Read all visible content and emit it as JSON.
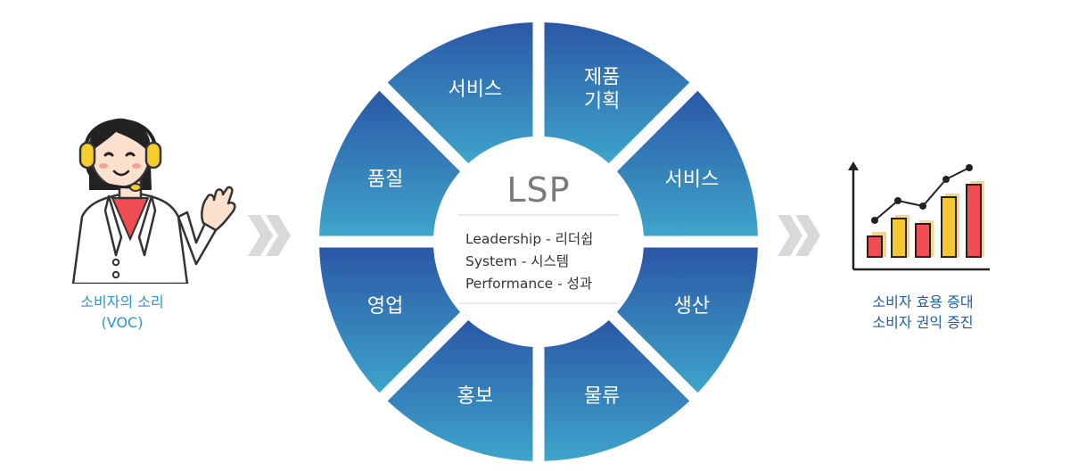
{
  "voc": {
    "line1": "소비자의 소리",
    "line2": "(VOC)",
    "icon": "customer-service-agent-icon"
  },
  "wheel": {
    "center_title": "LSP",
    "center_lines": [
      "Leadership - 리더쉽",
      "System - 시스템",
      "Performance - 성과"
    ],
    "segments": [
      {
        "lines": [
          "제품",
          "기획"
        ]
      },
      {
        "lines": [
          "서비스"
        ]
      },
      {
        "lines": [
          "생산"
        ]
      },
      {
        "lines": [
          "물류"
        ]
      },
      {
        "lines": [
          "홍보"
        ]
      },
      {
        "lines": [
          "영업"
        ]
      },
      {
        "lines": [
          "품질"
        ]
      },
      {
        "lines": [
          "서비스"
        ]
      }
    ],
    "colors": {
      "top": "#2b57a6",
      "bottom": "#3ea5cb"
    }
  },
  "result": {
    "line1": "소비자 효용 증대",
    "line2": "소비자 권익 증진",
    "icon": "growth-chart-icon"
  },
  "arrows": {
    "icon": "double-chevron-right-icon",
    "color": "#d9d9d9"
  }
}
